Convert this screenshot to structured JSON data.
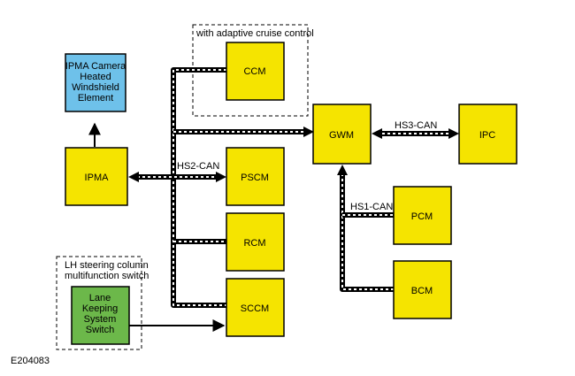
{
  "colors": {
    "module": "#f5e400",
    "camera": "#6ec1ea",
    "switch": "#6cb84a"
  },
  "groups": {
    "acc": "with adaptive cruise control",
    "lh_line1": "LH steering column",
    "lh_line2": "multifunction switch"
  },
  "modules": {
    "ipma_camera": [
      "IPMA Camera",
      "Heated",
      "Windshield",
      "Element"
    ],
    "ipma": "IPMA",
    "ccm": "CCM",
    "pscm": "PSCM",
    "rcm": "RCM",
    "sccm": "SCCM",
    "gwm": "GWM",
    "ipc": "IPC",
    "pcm": "PCM",
    "bcm": "BCM",
    "lks_switch": [
      "Lane",
      "Keeping",
      "System",
      "Switch"
    ]
  },
  "buses": {
    "hs2": "HS2-CAN",
    "hs3": "HS3-CAN",
    "hs1": "HS1-CAN"
  },
  "figure_id": "E204083"
}
